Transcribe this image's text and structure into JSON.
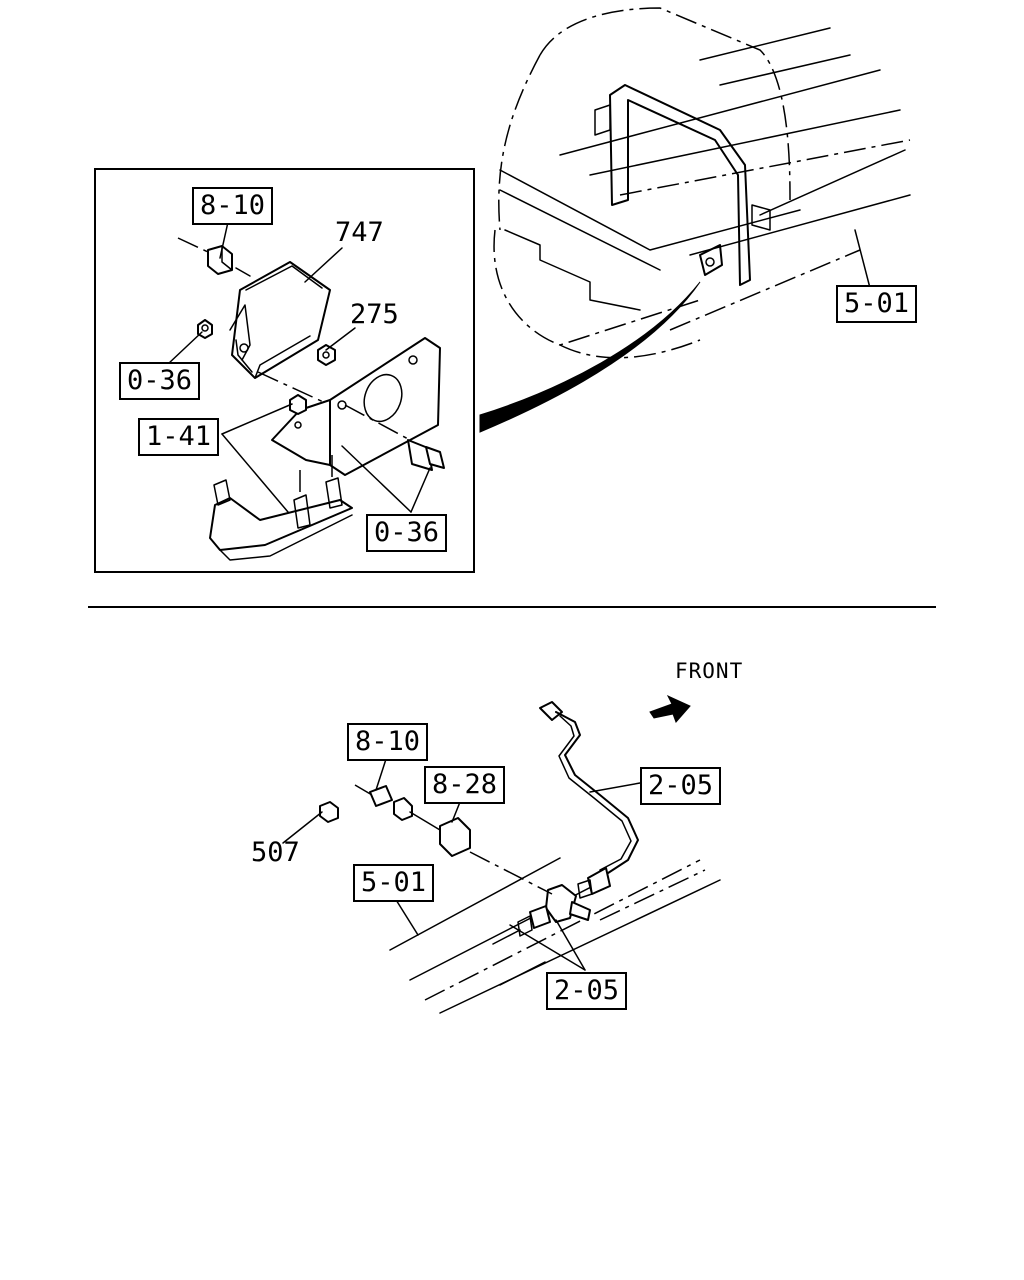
{
  "labels": {
    "top_8_10": "8-10",
    "top_747": "747",
    "top_275": "275",
    "top_0_36_a": "0-36",
    "top_1_41": "1-41",
    "top_0_36_b": "0-36",
    "top_5_01": "5-01",
    "front": "FRONT",
    "bot_8_10": "8-10",
    "bot_8_28": "8-28",
    "bot_2_05_a": "2-05",
    "bot_507": "507",
    "bot_5_01": "5-01",
    "bot_2_05_b": "2-05"
  }
}
